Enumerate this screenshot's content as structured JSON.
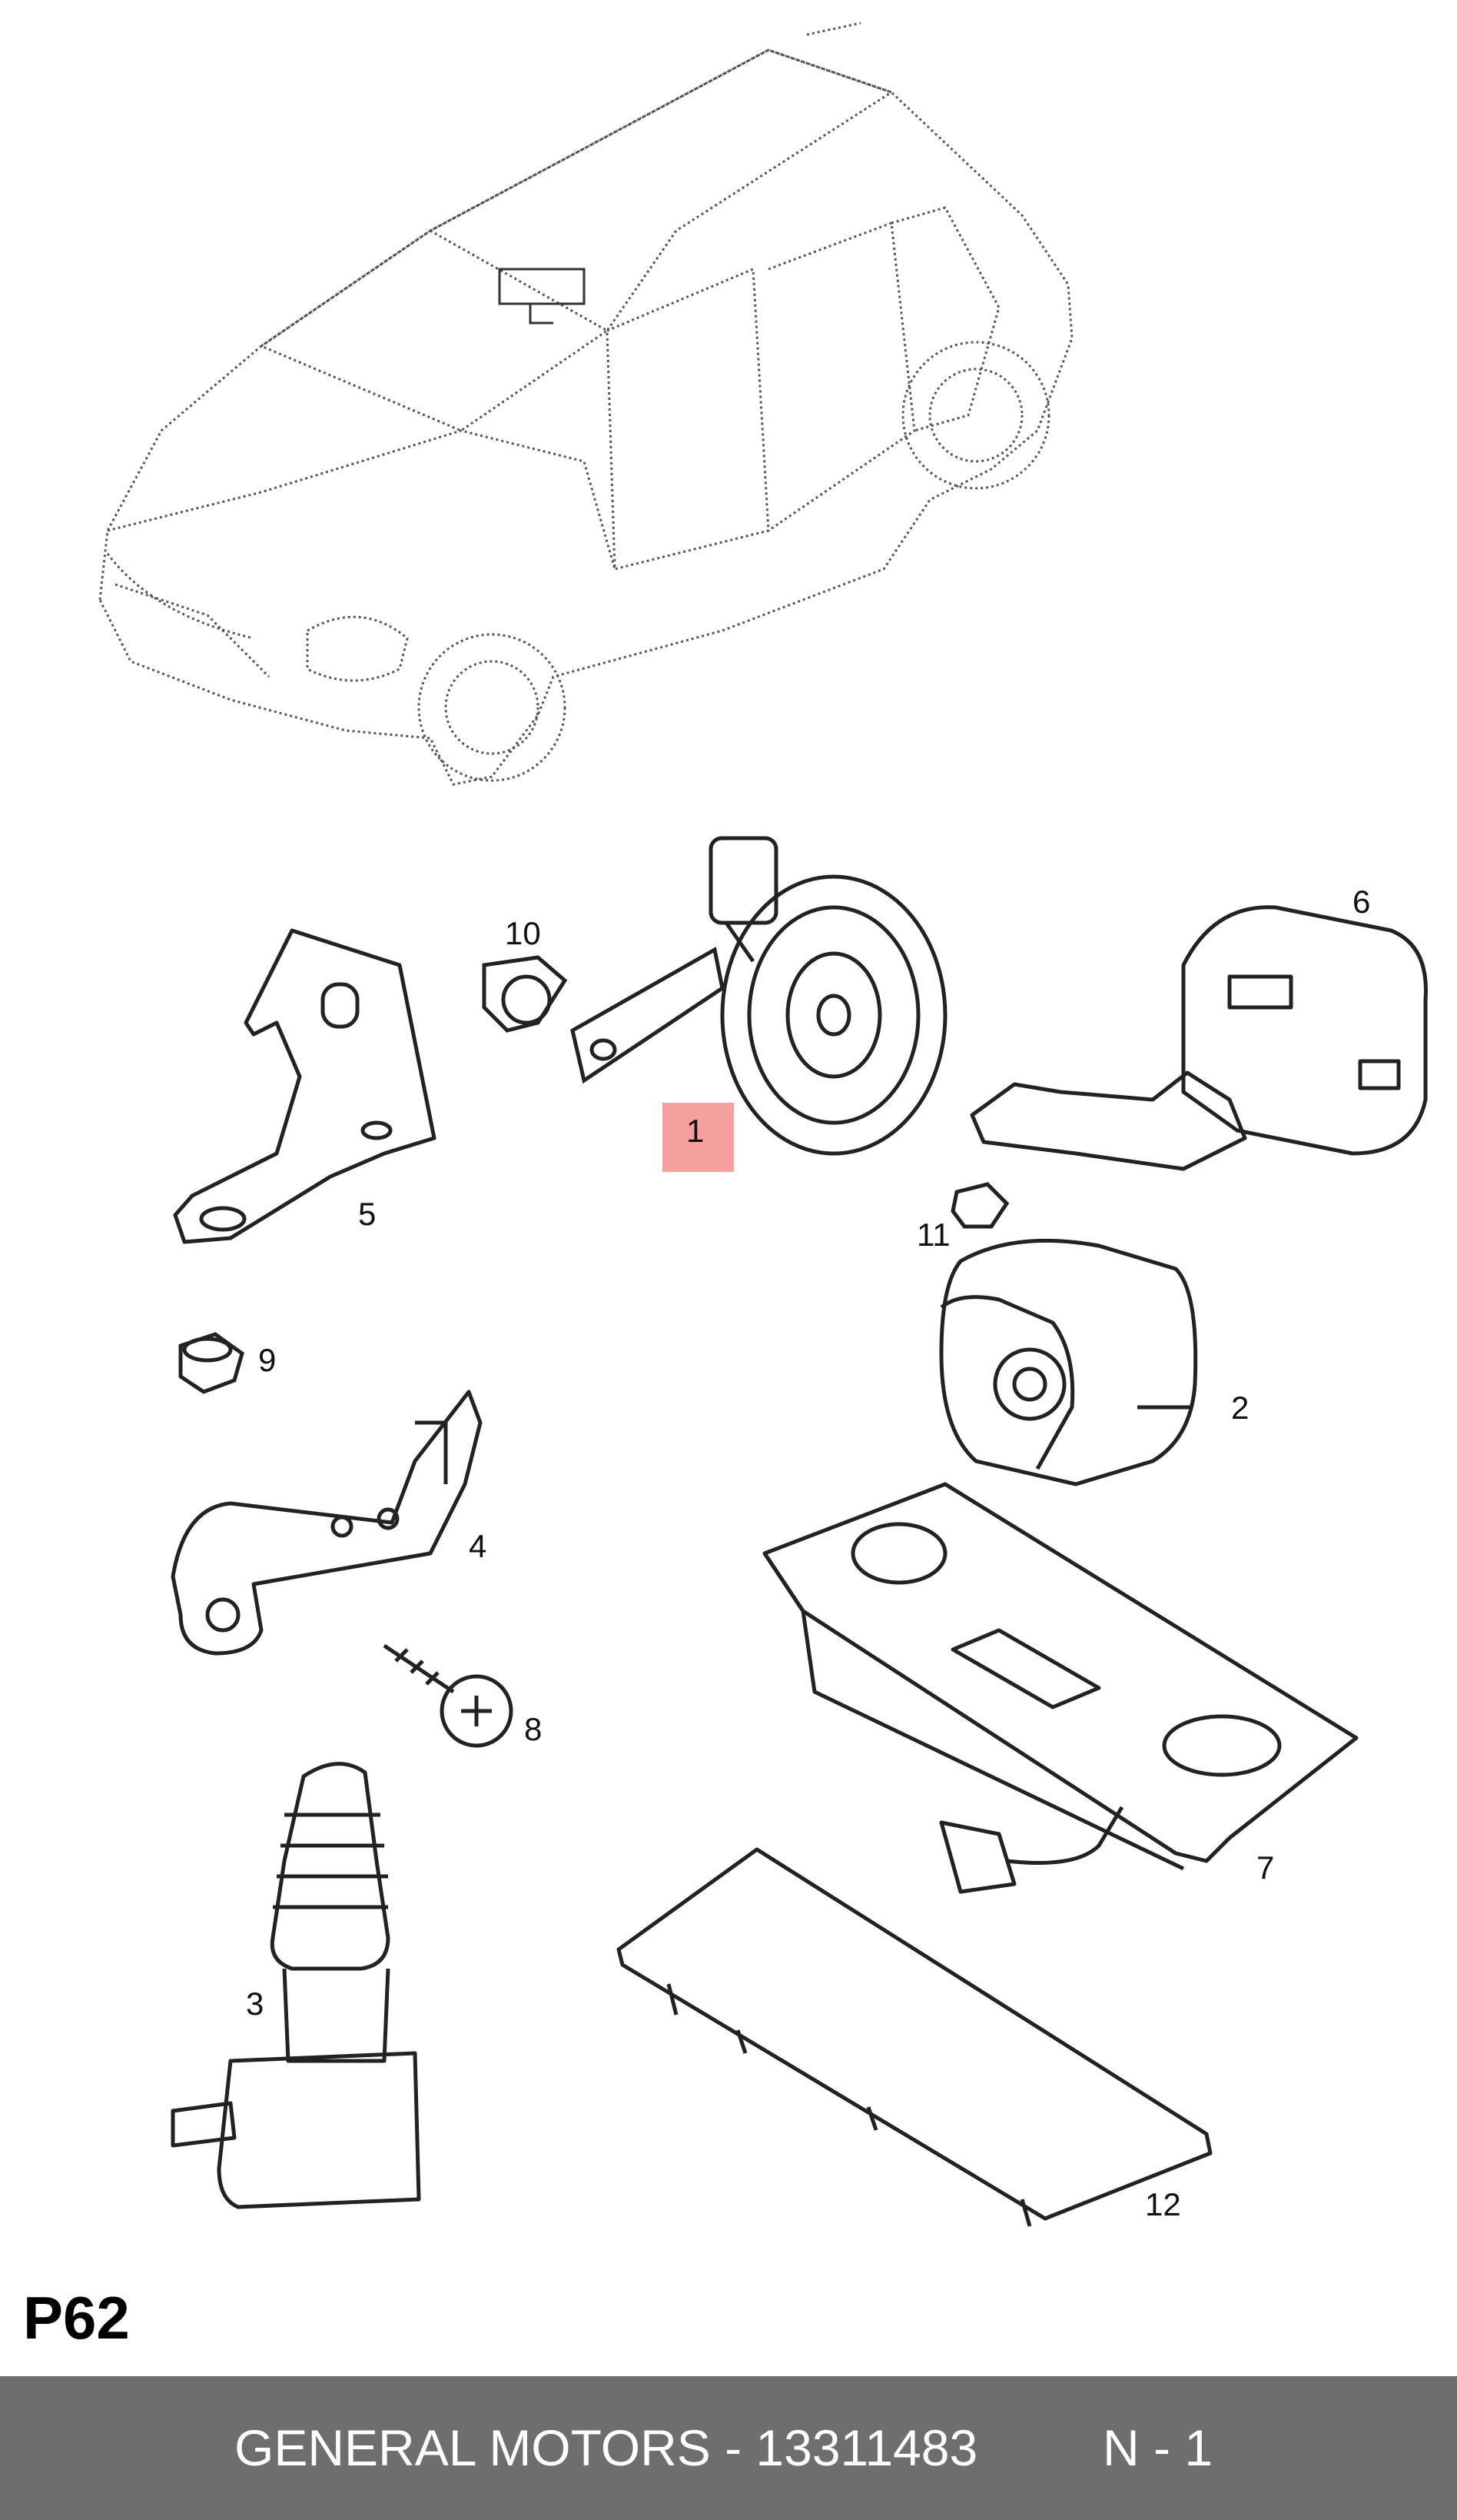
{
  "diagram": {
    "callouts": {
      "c1": "1",
      "c2": "2",
      "c3": "3",
      "c4": "4",
      "c5": "5",
      "c6": "6",
      "c7": "7",
      "c8": "8",
      "c9": "9",
      "c10": "10",
      "c11": "11",
      "c12": "12"
    },
    "highlight_color": "#f58e8e",
    "page_code": "P62"
  },
  "footer": {
    "text": "GENERAL MOTORS - 13311483",
    "suffix": "N - 1",
    "background": "#6e6e6e"
  }
}
